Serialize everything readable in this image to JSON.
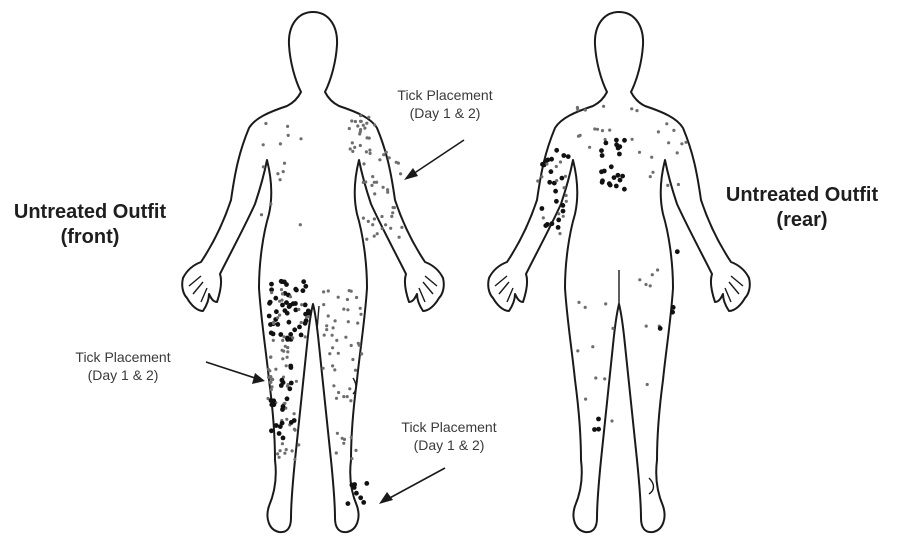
{
  "labels": {
    "front_title": {
      "line1": "Untreated Outfit",
      "line2": "(front)"
    },
    "rear_title": {
      "line1": "Untreated Outfit",
      "line2": "(rear)"
    },
    "placement_arm": {
      "line1": "Tick Placement",
      "line2": "(Day 1 & 2)"
    },
    "placement_leg": {
      "line1": "Tick Placement",
      "line2": "(Day 1 & 2)"
    },
    "placement_foot": {
      "line1": "Tick Placement",
      "line2": "(Day 1 & 2)"
    }
  },
  "colors": {
    "outline": "#1a1a1a",
    "small_dot": "#6e6e6e",
    "large_dot": "#111111"
  },
  "figures": [
    "body-outline-front",
    "body-outline-rear"
  ]
}
